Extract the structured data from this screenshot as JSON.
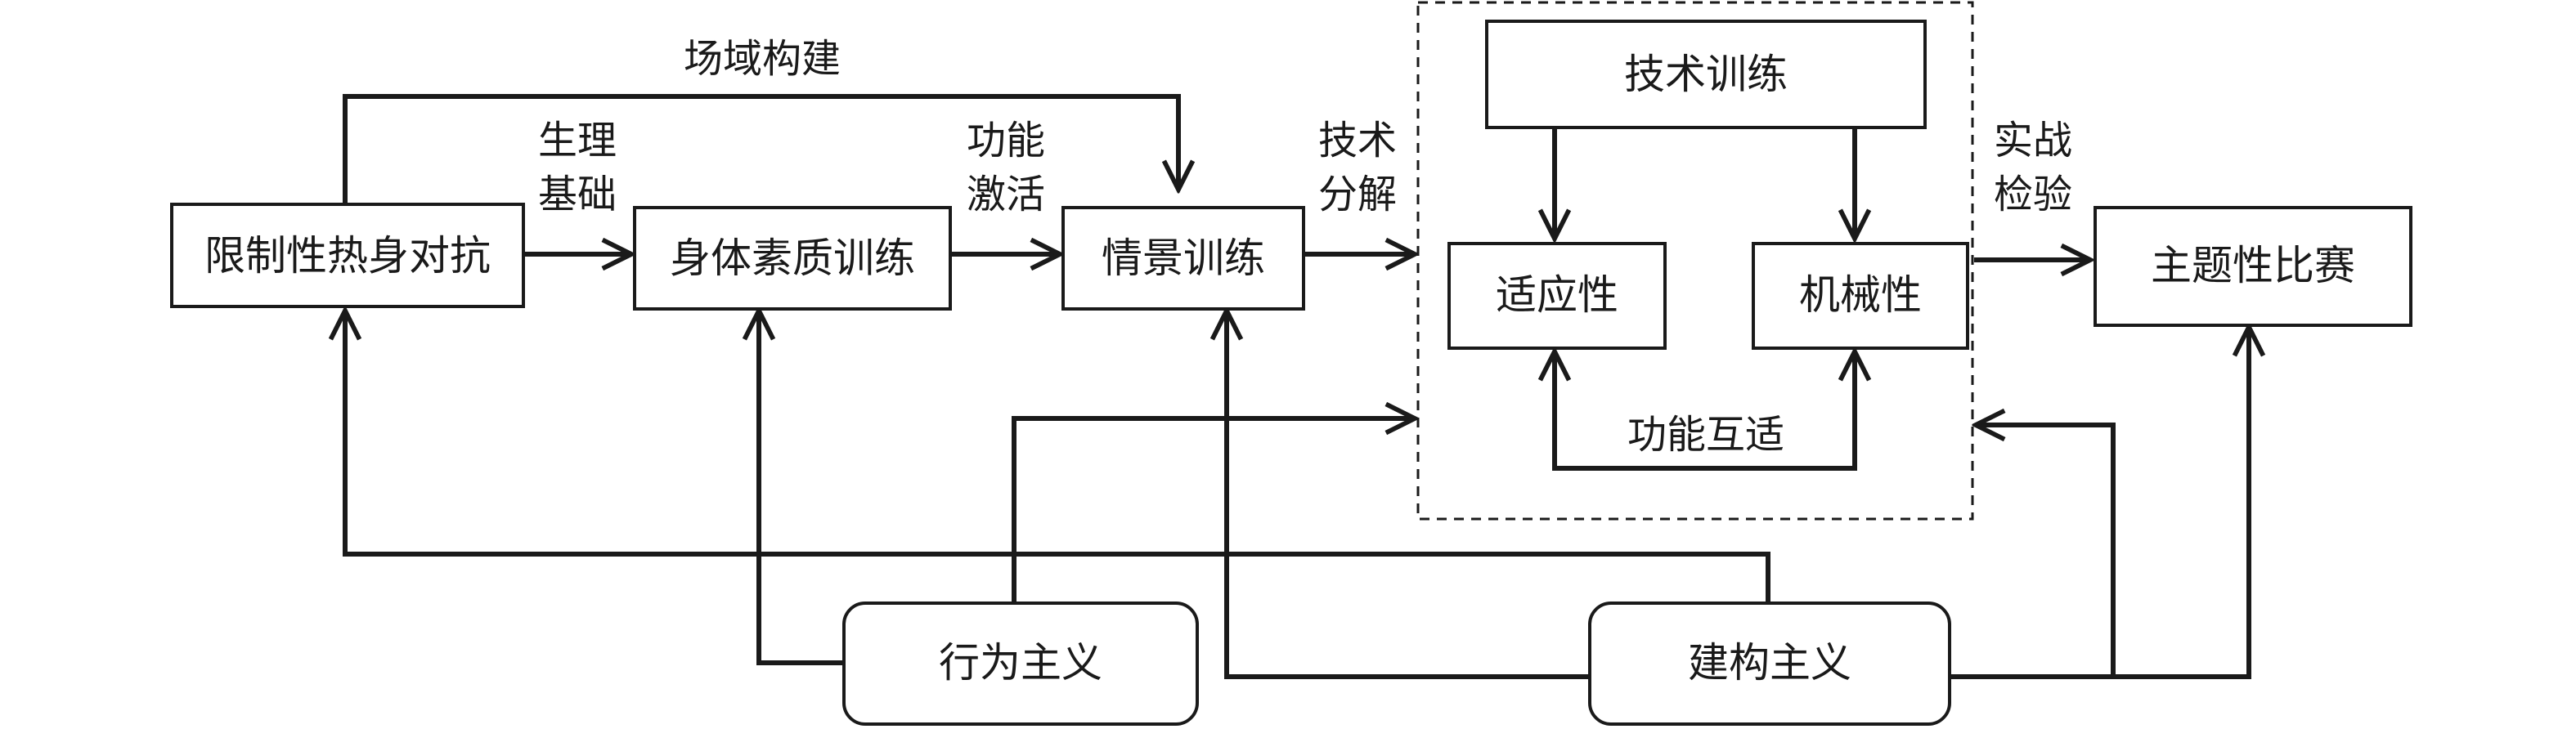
{
  "nodes": {
    "restricted_warmup": "限制性热身对抗",
    "physical_training": "身体素质训练",
    "scenario_training": "情景训练",
    "technical_training": "技术训练",
    "adaptability": "适应性",
    "mechanical": "机械性",
    "theme_match": "主题性比赛",
    "behaviorism": "行为主义",
    "constructivism": "建构主义"
  },
  "edge_labels": {
    "field_construction": "场域构建",
    "physiological_basis_1": "生理",
    "physiological_basis_2": "基础",
    "function_activation_1": "功能",
    "function_activation_2": "激活",
    "technical_decomposition_1": "技术",
    "technical_decomposition_2": "分解",
    "practical_test_1": "实战",
    "practical_test_2": "检验",
    "functional_mutual_fit": "功能互适"
  }
}
